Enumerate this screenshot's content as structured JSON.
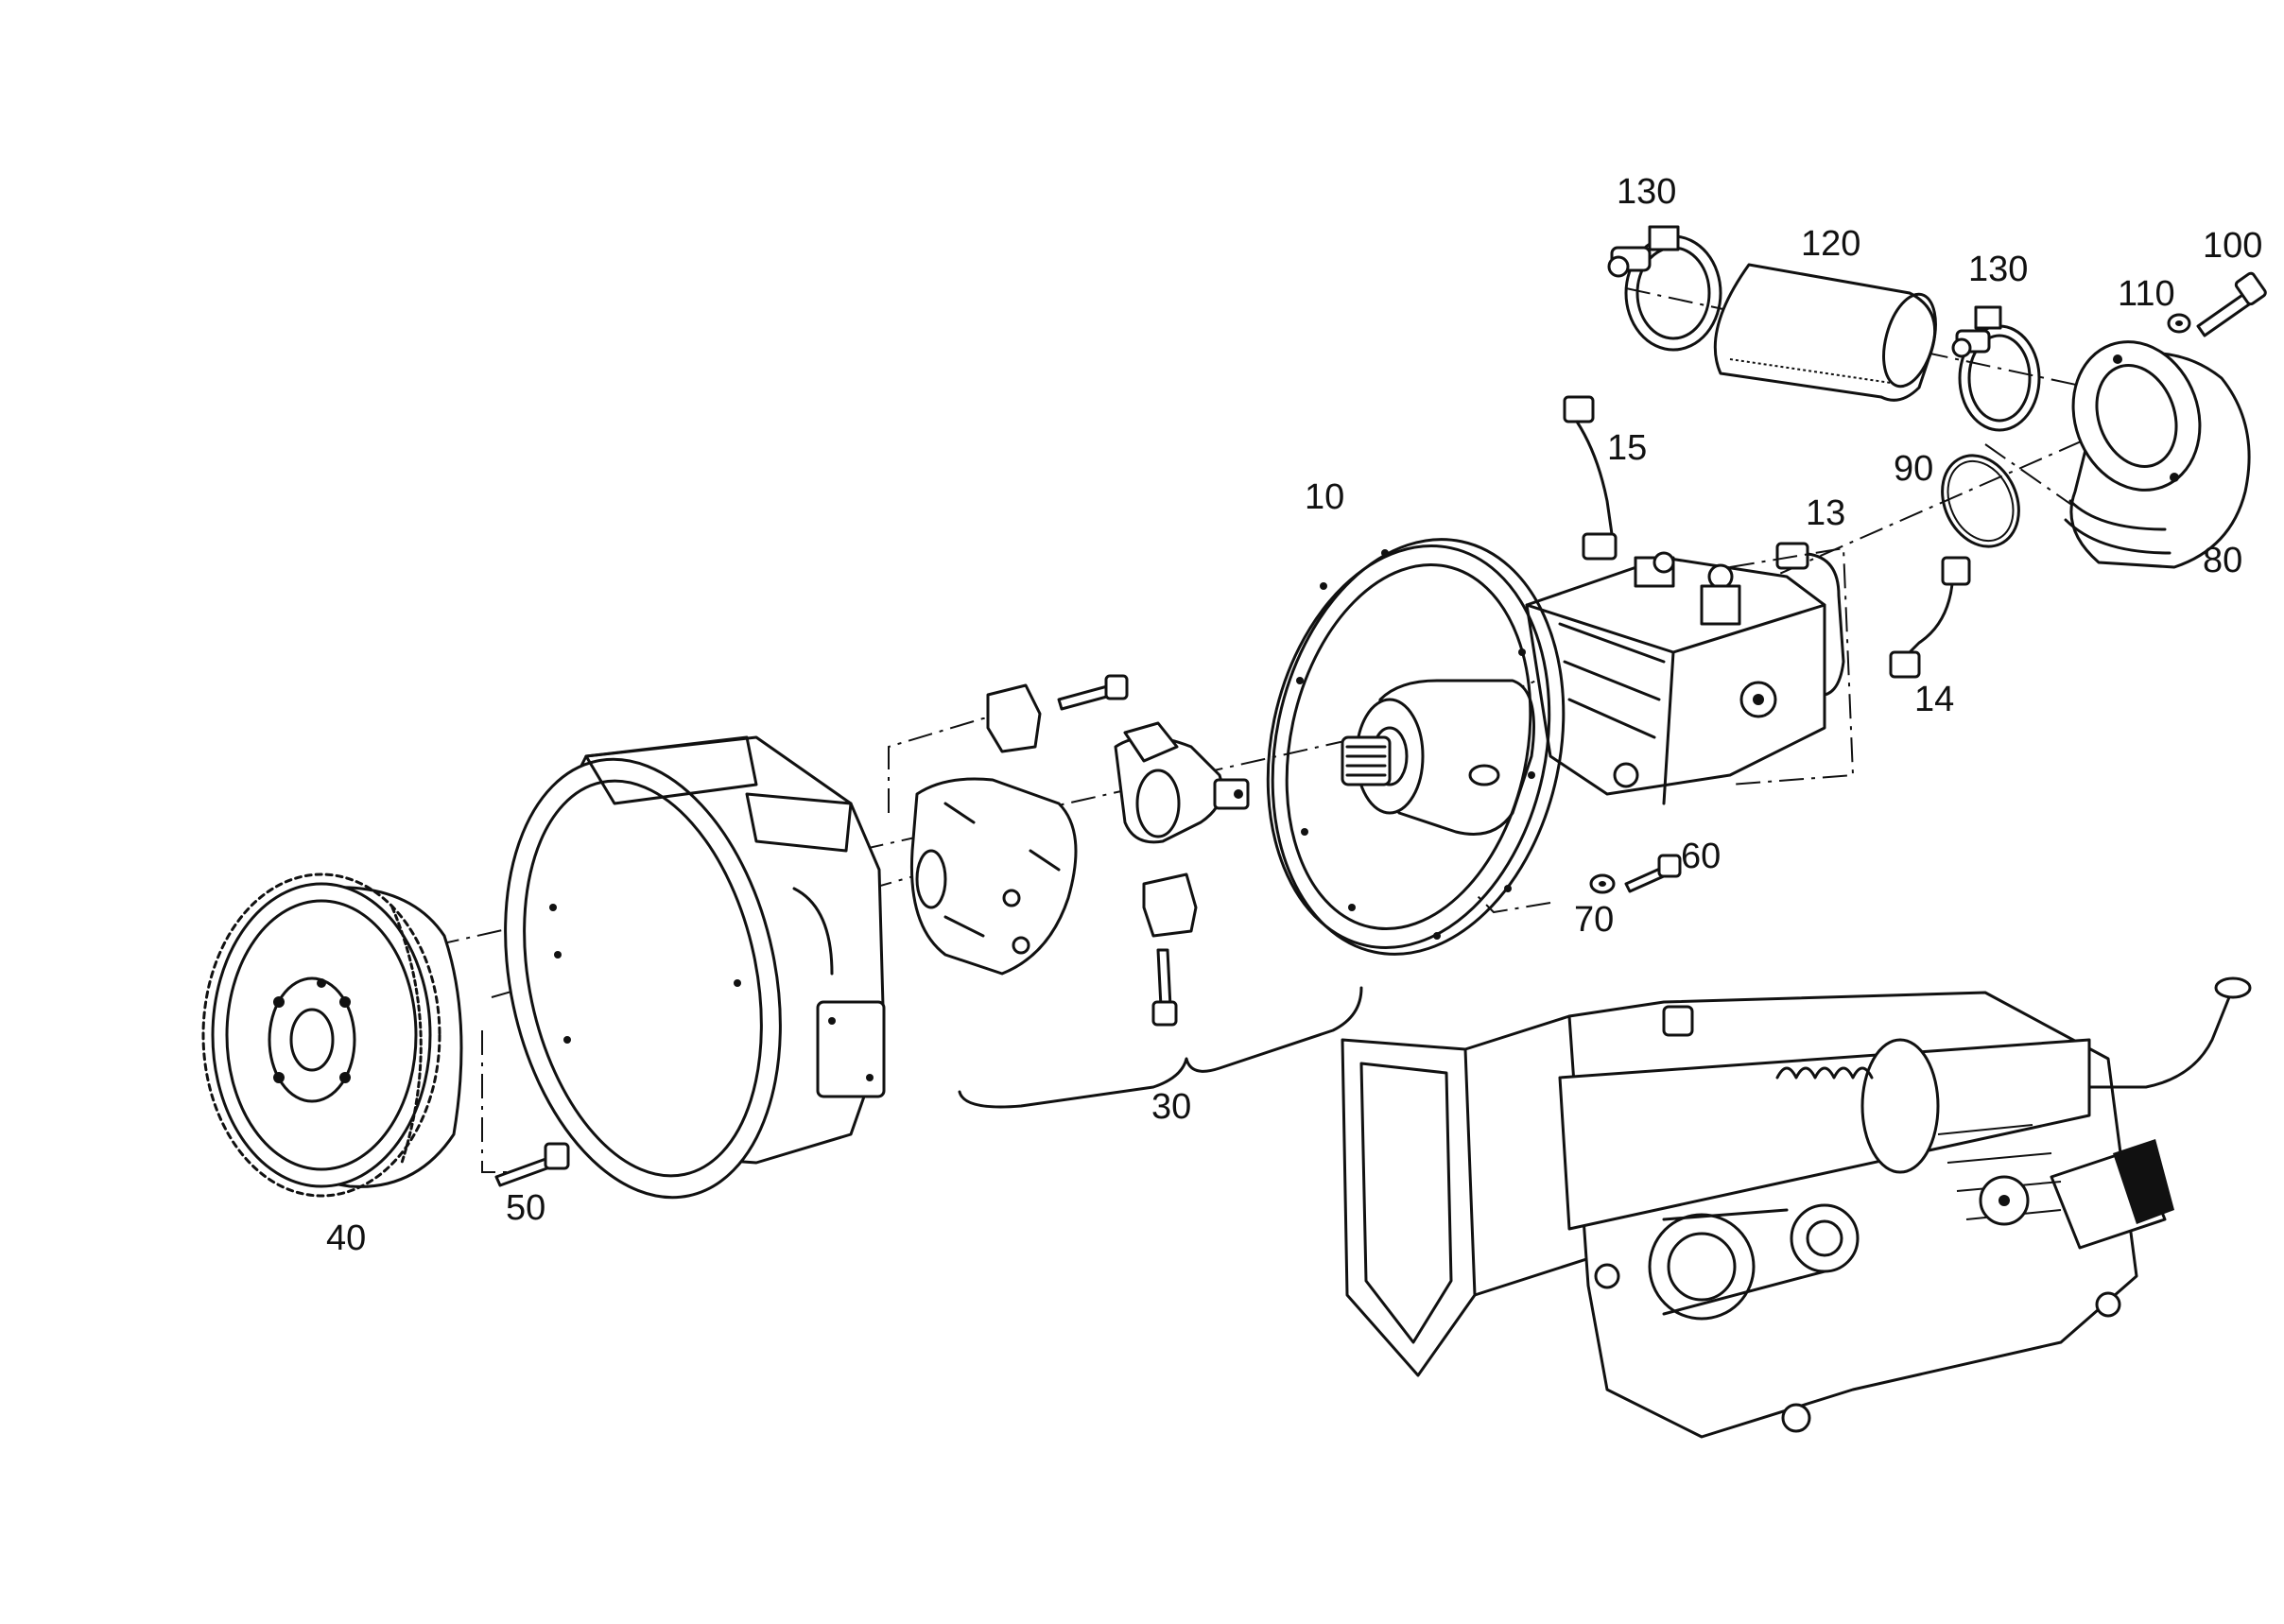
{
  "diagram": {
    "colors": {
      "ink": "#111111",
      "paper": "#ffffff"
    },
    "labels": [
      {
        "id": "130a",
        "text": "130"
      },
      {
        "id": "120",
        "text": "120"
      },
      {
        "id": "130b",
        "text": "130"
      },
      {
        "id": "100",
        "text": "100"
      },
      {
        "id": "110",
        "text": "110"
      },
      {
        "id": "15",
        "text": "15"
      },
      {
        "id": "90",
        "text": "90"
      },
      {
        "id": "10",
        "text": "10"
      },
      {
        "id": "13",
        "text": "13"
      },
      {
        "id": "80",
        "text": "80"
      },
      {
        "id": "14",
        "text": "14"
      },
      {
        "id": "60",
        "text": "60"
      },
      {
        "id": "70",
        "text": "70"
      },
      {
        "id": "30",
        "text": "30"
      },
      {
        "id": "50",
        "text": "50"
      },
      {
        "id": "40",
        "text": "40"
      }
    ]
  }
}
